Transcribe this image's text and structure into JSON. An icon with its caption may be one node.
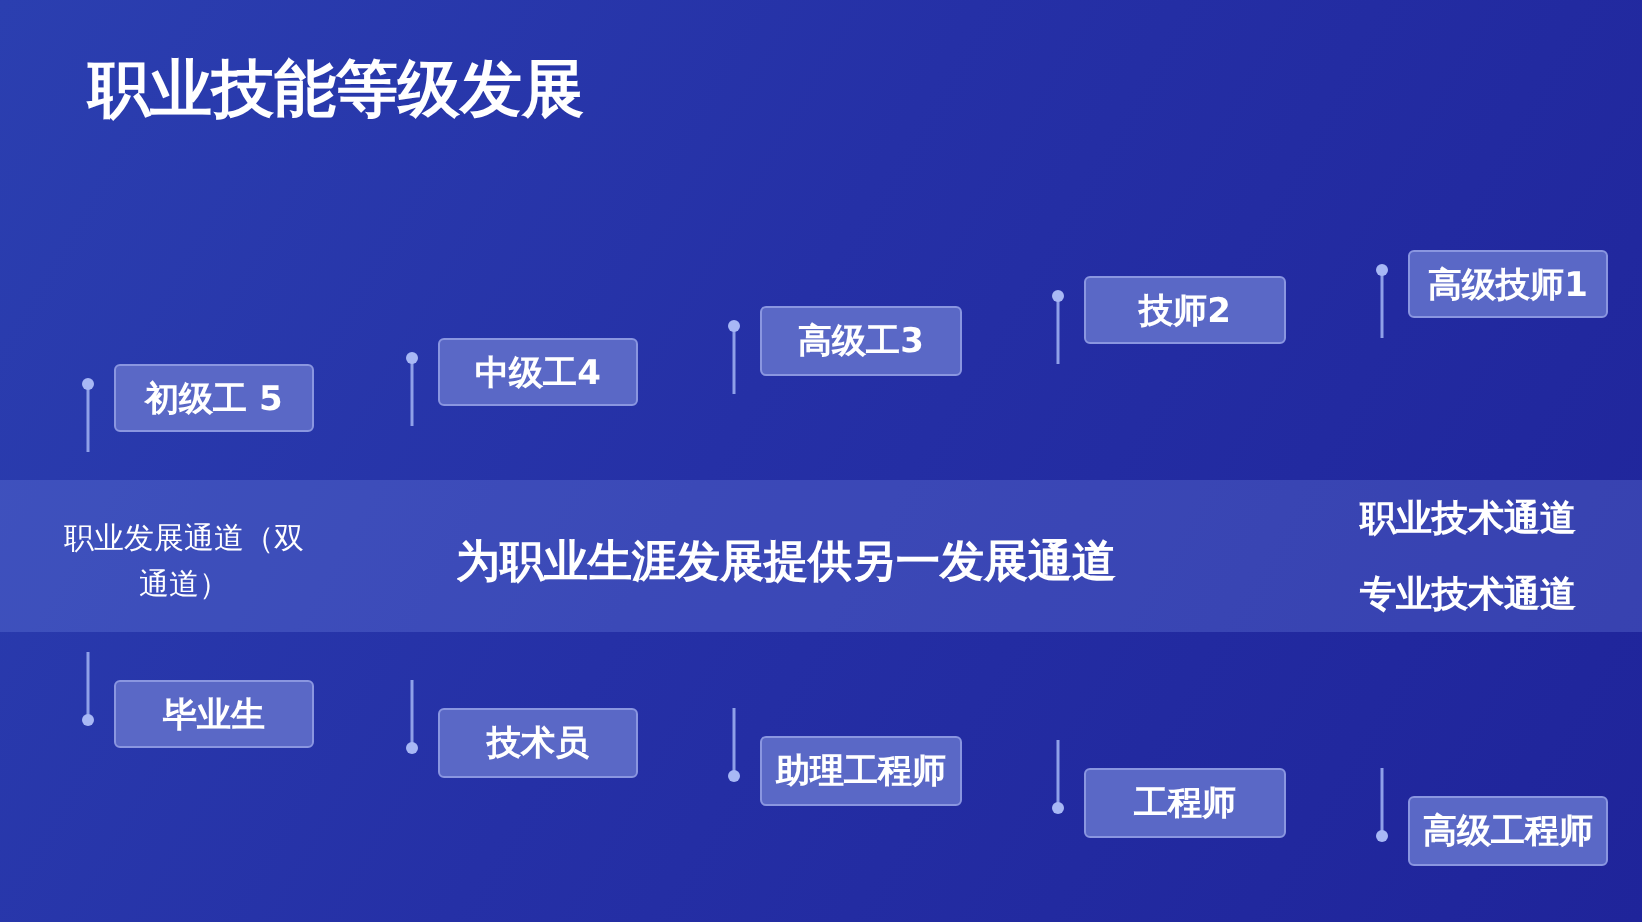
{
  "diagram": {
    "title": "职业技能等级发展",
    "nodes": [
      {
        "text": [
          "初级工 5"
        ]
      },
      {
        "text": [
          "中级工4"
        ]
      },
      {
        "text": [
          "高级工3"
        ]
      },
      {
        "text": [
          "技师2"
        ]
      },
      {
        "text": [
          "高级技师1"
        ]
      },
      {
        "text": [
          "职业发展通道（双通道）",
          "为职业生涯发展提供另一发展通道",
          "职业技术通道",
          "专业技术通道"
        ]
      },
      {
        "text": [
          "毕业生"
        ]
      },
      {
        "text": [
          "技术员"
        ]
      },
      {
        "text": [
          "助理工程师"
        ]
      },
      {
        "text": [
          "工程师"
        ]
      },
      {
        "text": [
          "高级工程师"
        ]
      }
    ]
  }
}
